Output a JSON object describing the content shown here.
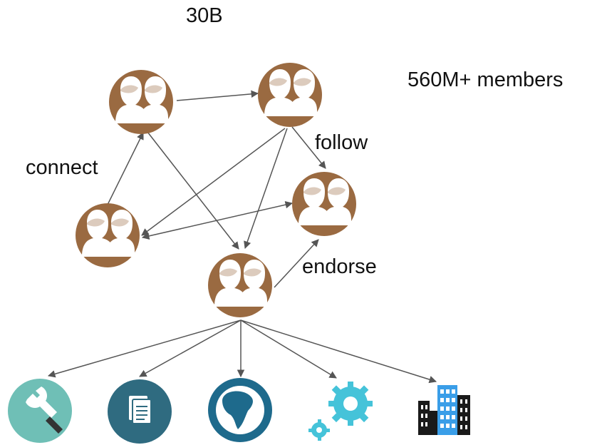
{
  "header": {
    "count_label": "30B"
  },
  "stats": {
    "members_label": "560M+ members"
  },
  "edges": {
    "connect_label": "connect",
    "follow_label": "follow",
    "endorse_label": "endorse"
  },
  "colors": {
    "member_brown": "#9a6a41",
    "member_white": "#ffffff",
    "arrow": "#555555",
    "skill_teal": "#6fbfb6",
    "doc_slate": "#2f6b80",
    "globe_blue": "#1e6a8c",
    "gear_cyan": "#45c3d9",
    "building_dark": "#1a1a1a",
    "building_blue": "#3a9ee8"
  },
  "icons": {
    "members": [
      "members-icon",
      "members-icon",
      "members-icon",
      "members-icon",
      "members-icon"
    ],
    "entities": [
      "wrench-icon",
      "document-icon",
      "globe-icon",
      "gears-icon",
      "building-icon"
    ]
  }
}
